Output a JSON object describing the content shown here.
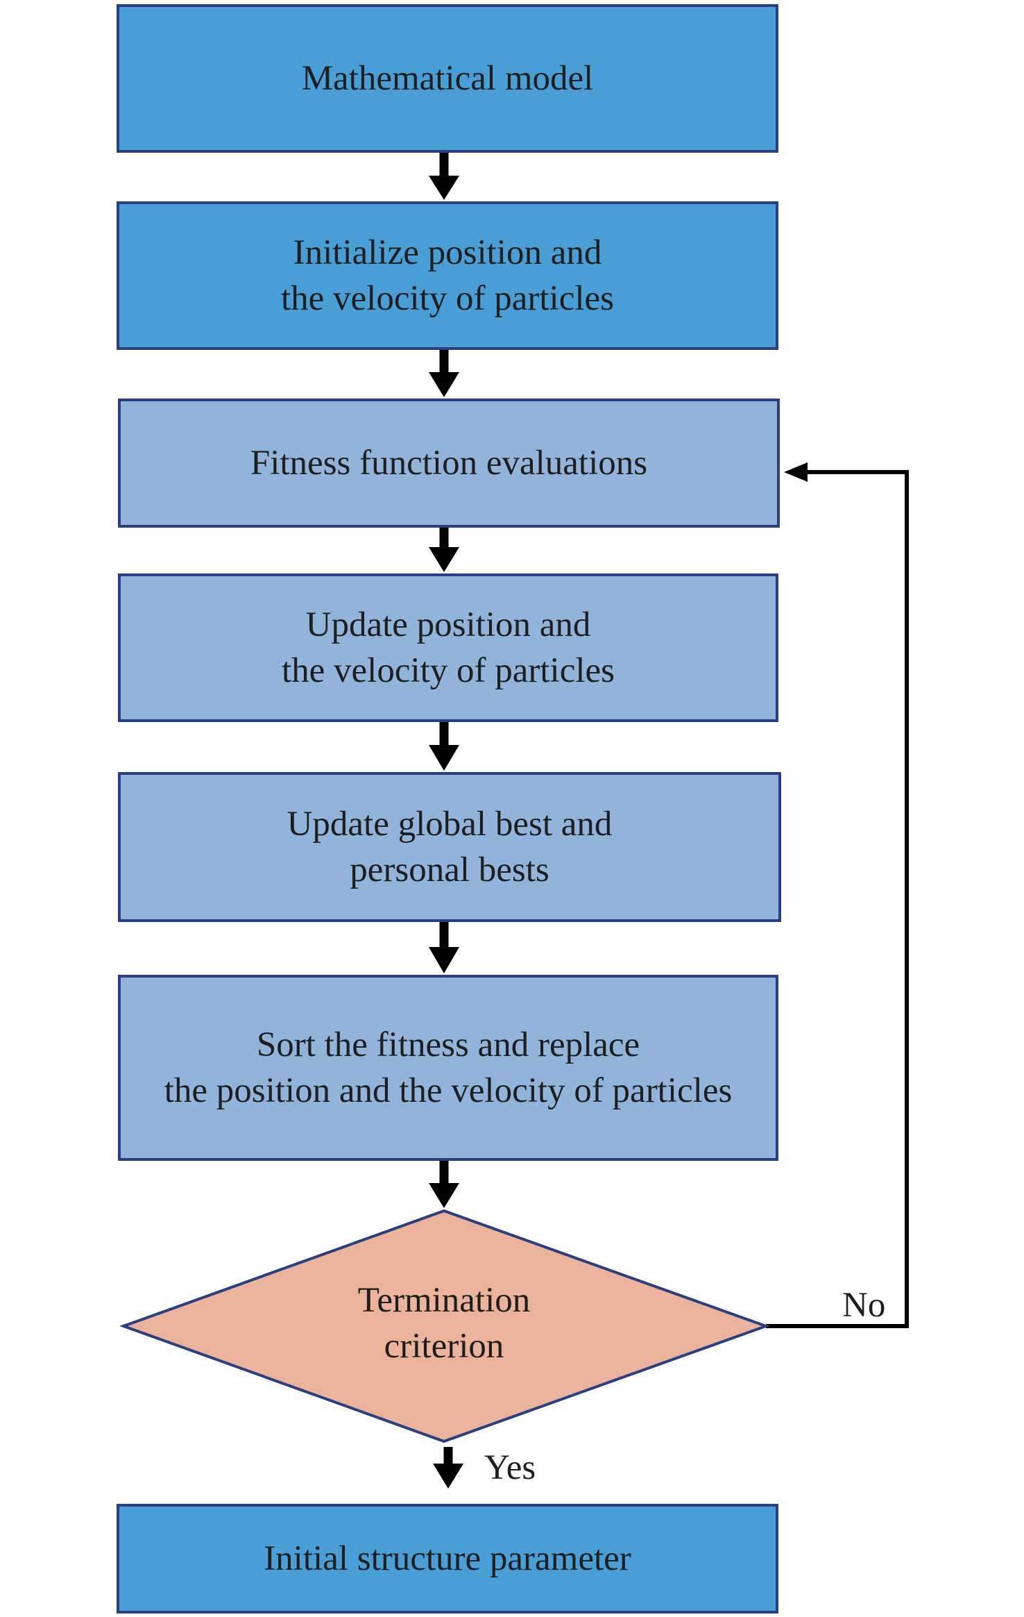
{
  "flowchart": {
    "nodes": [
      {
        "id": "mathematical-model",
        "lines": [
          "Mathematical model"
        ]
      },
      {
        "id": "initialize",
        "lines": [
          "Initialize position and",
          "the velocity of particles"
        ]
      },
      {
        "id": "fitness-evaluations",
        "lines": [
          "Fitness function evaluations"
        ]
      },
      {
        "id": "update-position",
        "lines": [
          "Update position and",
          "the velocity of particles"
        ]
      },
      {
        "id": "update-bests",
        "lines": [
          "Update global best and",
          "personal bests"
        ]
      },
      {
        "id": "sort-replace",
        "lines": [
          "Sort the fitness and replace",
          "the position and the velocity of particles"
        ]
      },
      {
        "id": "termination",
        "lines": [
          "Termination",
          "criterion"
        ]
      },
      {
        "id": "initial-structure",
        "lines": [
          "Initial structure parameter"
        ]
      }
    ],
    "edge_labels": {
      "no": "No",
      "yes": "Yes"
    },
    "colors": {
      "process_dark": "#4a9ed6",
      "process_light": "#92b4da",
      "decision": "#ebb39b",
      "border": "#2a3e84",
      "arrow": "#000000"
    }
  }
}
